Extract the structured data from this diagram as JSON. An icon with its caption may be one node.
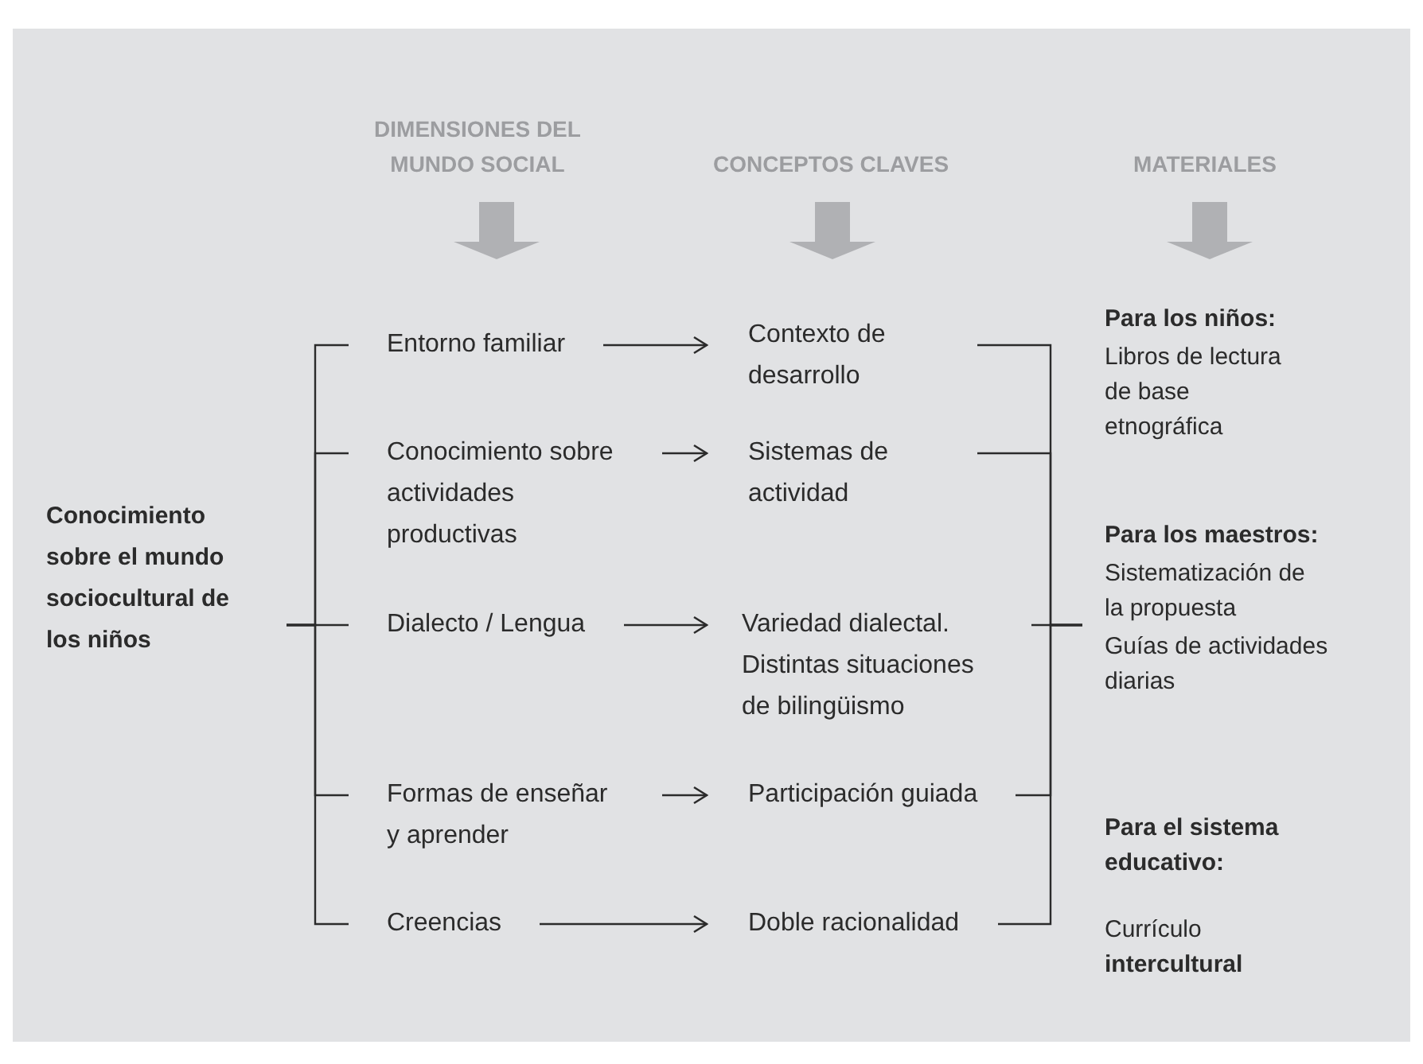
{
  "diagram": {
    "nodes": [
      {
        "text": [
          "Conocimiento sobre el mundo sociocultural de los niños"
        ]
      },
      {
        "text": [
          "Entorno familiar"
        ]
      },
      {
        "text": [
          "Conocimiento sobre actividades productivas"
        ]
      },
      {
        "text": [
          "Dialecto / Lengua"
        ]
      },
      {
        "text": [
          "Formas de enseñar y aprender"
        ]
      },
      {
        "text": [
          "Creencias"
        ]
      },
      {
        "text": [
          "Contexto de desarrollo"
        ]
      },
      {
        "text": [
          "Sistemas de actividad"
        ]
      },
      {
        "text": [
          "Variedad dialectal. Distintas situaciones de bilingüismo"
        ]
      },
      {
        "text": [
          "Participación guiada"
        ]
      },
      {
        "text": [
          "Doble racionalidad"
        ]
      },
      {
        "text": [
          "Para los niños:",
          "Libros de lectura de base etnográfica",
          "Para los maestros:",
          "Sistematización de la propuesta",
          "Guías de actividades diarias",
          "Para el sistema educativo:",
          "Currículo **intercultural**"
        ]
      }
    ],
    "edges": [
      {
        "from": 0,
        "to": 1,
        "arrow": "none"
      },
      {
        "from": 0,
        "to": 2,
        "arrow": "none"
      },
      {
        "from": 0,
        "to": 3,
        "arrow": "none"
      },
      {
        "from": 0,
        "to": 4,
        "arrow": "none"
      },
      {
        "from": 0,
        "to": 5,
        "arrow": "none"
      },
      {
        "from": 1,
        "to": 6,
        "arrow": "to"
      },
      {
        "from": 2,
        "to": 7,
        "arrow": "to"
      },
      {
        "from": 3,
        "to": 8,
        "arrow": "to"
      },
      {
        "from": 4,
        "to": 9,
        "arrow": "to"
      },
      {
        "from": 5,
        "to": 10,
        "arrow": "to"
      },
      {
        "from": 6,
        "to": 11,
        "arrow": "none"
      },
      {
        "from": 7,
        "to": 11,
        "arrow": "none"
      },
      {
        "from": 8,
        "to": 11,
        "arrow": "none"
      },
      {
        "from": 9,
        "to": 11,
        "arrow": "none"
      },
      {
        "from": 10,
        "to": 11,
        "arrow": "none"
      }
    ],
    "labels": [
      "DIMENSIONES DEL MUNDO SOCIAL",
      "CONCEPTOS CLAVES",
      "MATERIALES"
    ]
  }
}
